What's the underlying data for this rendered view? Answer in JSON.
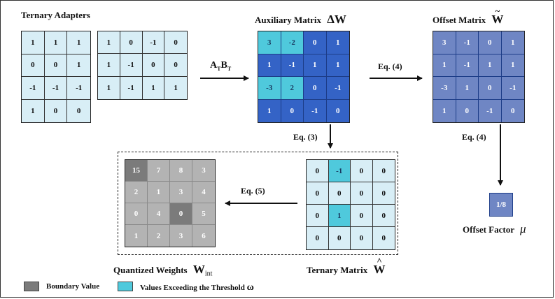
{
  "titles": {
    "ternary_adapters": "Ternary Adapters",
    "aux_matrix": "Auxiliary Matrix",
    "aux_symbol": "ΔW",
    "offset_matrix": "Offset Matrix",
    "offset_symbol": "W",
    "quantized_weights": "Quantized Weights",
    "quantized_symbol": "W",
    "quantized_sub": "int",
    "ternary_matrix": "Ternary Matrix",
    "ternary_symbol": "W",
    "offset_factor": "Offset Factor",
    "offset_factor_symbol": "μ"
  },
  "arrows": {
    "ab_label_a": "A",
    "ab_label_b": "B",
    "ab_sub": "T",
    "eq4_top": "Eq. (4)",
    "eq3": "Eq. (3)",
    "eq4_right": "Eq. (4)",
    "eq5": "Eq. (5)"
  },
  "matrices": {
    "adapter_a": [
      [
        "1",
        "1",
        "1"
      ],
      [
        "0",
        "0",
        "1"
      ],
      [
        "-1",
        "-1",
        "-1"
      ],
      [
        "1",
        "0",
        "0"
      ]
    ],
    "adapter_b": [
      [
        "1",
        "0",
        "-1",
        "0"
      ],
      [
        "1",
        "-1",
        "0",
        "0"
      ],
      [
        "1",
        "-1",
        "1",
        "1"
      ]
    ],
    "aux": [
      [
        "3",
        "-2",
        "0",
        "1"
      ],
      [
        "1",
        "-1",
        "1",
        "1"
      ],
      [
        "-3",
        "2",
        "0",
        "-1"
      ],
      [
        "1",
        "0",
        "-1",
        "0"
      ]
    ],
    "aux_highlight": [
      [
        true,
        true,
        false,
        false
      ],
      [
        false,
        false,
        false,
        false
      ],
      [
        true,
        true,
        false,
        false
      ],
      [
        false,
        false,
        false,
        false
      ]
    ],
    "offset": [
      [
        "3",
        "-1",
        "0",
        "1"
      ],
      [
        "1",
        "-1",
        "1",
        "1"
      ],
      [
        "-3",
        "1",
        "0",
        "-1"
      ],
      [
        "1",
        "0",
        "-1",
        "0"
      ]
    ],
    "ternary": [
      [
        "0",
        "-1",
        "0",
        "0"
      ],
      [
        "0",
        "0",
        "0",
        "0"
      ],
      [
        "0",
        "1",
        "0",
        "0"
      ],
      [
        "0",
        "0",
        "0",
        "0"
      ]
    ],
    "ternary_highlight": [
      [
        false,
        true,
        false,
        false
      ],
      [
        false,
        false,
        false,
        false
      ],
      [
        false,
        true,
        false,
        false
      ],
      [
        false,
        false,
        false,
        false
      ]
    ],
    "quantized": [
      [
        "15",
        "7",
        "8",
        "3"
      ],
      [
        "2",
        "1",
        "3",
        "4"
      ],
      [
        "0",
        "4",
        "0",
        "5"
      ],
      [
        "1",
        "2",
        "3",
        "6"
      ]
    ],
    "quantized_boundary": [
      [
        true,
        false,
        false,
        false
      ],
      [
        false,
        false,
        false,
        false
      ],
      [
        false,
        false,
        true,
        false
      ],
      [
        false,
        false,
        false,
        false
      ]
    ]
  },
  "offset_factor_value": "1/8",
  "legend": {
    "boundary": "Boundary Value",
    "exceeding": "Values Exceeding the Threshold",
    "exceeding_symbol": "ω"
  },
  "colors": {
    "light_cell": "#d8eef6",
    "highlight_cyan": "#4fc9dc",
    "aux_blue": "#3463c6",
    "offset_blue": "#6f86c4",
    "light_gray": "#b3b3b3",
    "dark_gray": "#7b7b7b"
  }
}
